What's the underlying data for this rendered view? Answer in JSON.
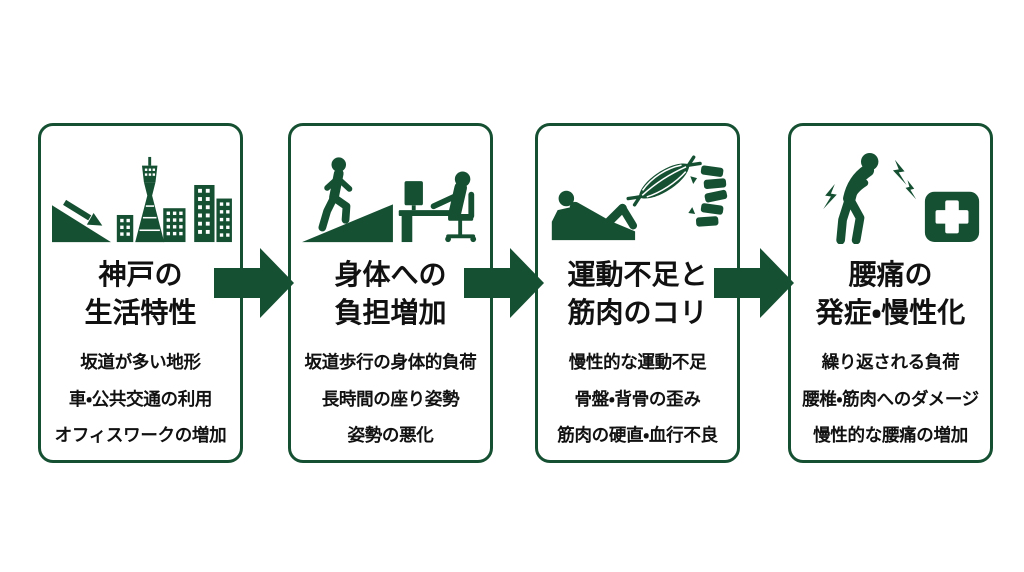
{
  "theme": {
    "accent_green": "#165033",
    "text_color": "#111111",
    "card_background": "#ffffff",
    "page_background": "#ffffff"
  },
  "flow": {
    "arrow_icon": "arrow-right-icon",
    "steps": [
      {
        "title_lines": [
          "神戸の",
          "生活特性"
        ],
        "details": [
          "坂道が多い地形",
          "車・公共交通の利用",
          "オフィスワークの増加"
        ],
        "icons": [
          "downhill-slope-icon",
          "kobe-port-tower-icon",
          "office-buildings-icon"
        ]
      },
      {
        "title_lines": [
          "身体への",
          "負担増加"
        ],
        "details": [
          "坂道歩行の身体的負荷",
          "長時間の座り姿勢",
          "姿勢の悪化"
        ],
        "icons": [
          "walking-up-slope-icon",
          "desk-work-icon"
        ]
      },
      {
        "title_lines": [
          "運動不足と",
          "筋肉のコリ"
        ],
        "details": [
          "慢性的な運動不足",
          "骨盤・背骨の歪み",
          "筋肉の硬直・血行不良"
        ],
        "icons": [
          "reclining-person-icon",
          "muscle-icon",
          "spine-icon"
        ]
      },
      {
        "title_lines": [
          "腰痛の",
          "発症・慢性化"
        ],
        "details": [
          "繰り返される負荷",
          "腰椎・筋肉へのダメージ",
          "慢性的な腰痛の増加"
        ],
        "icons": [
          "back-pain-person-icon",
          "first-aid-kit-icon"
        ]
      }
    ]
  }
}
